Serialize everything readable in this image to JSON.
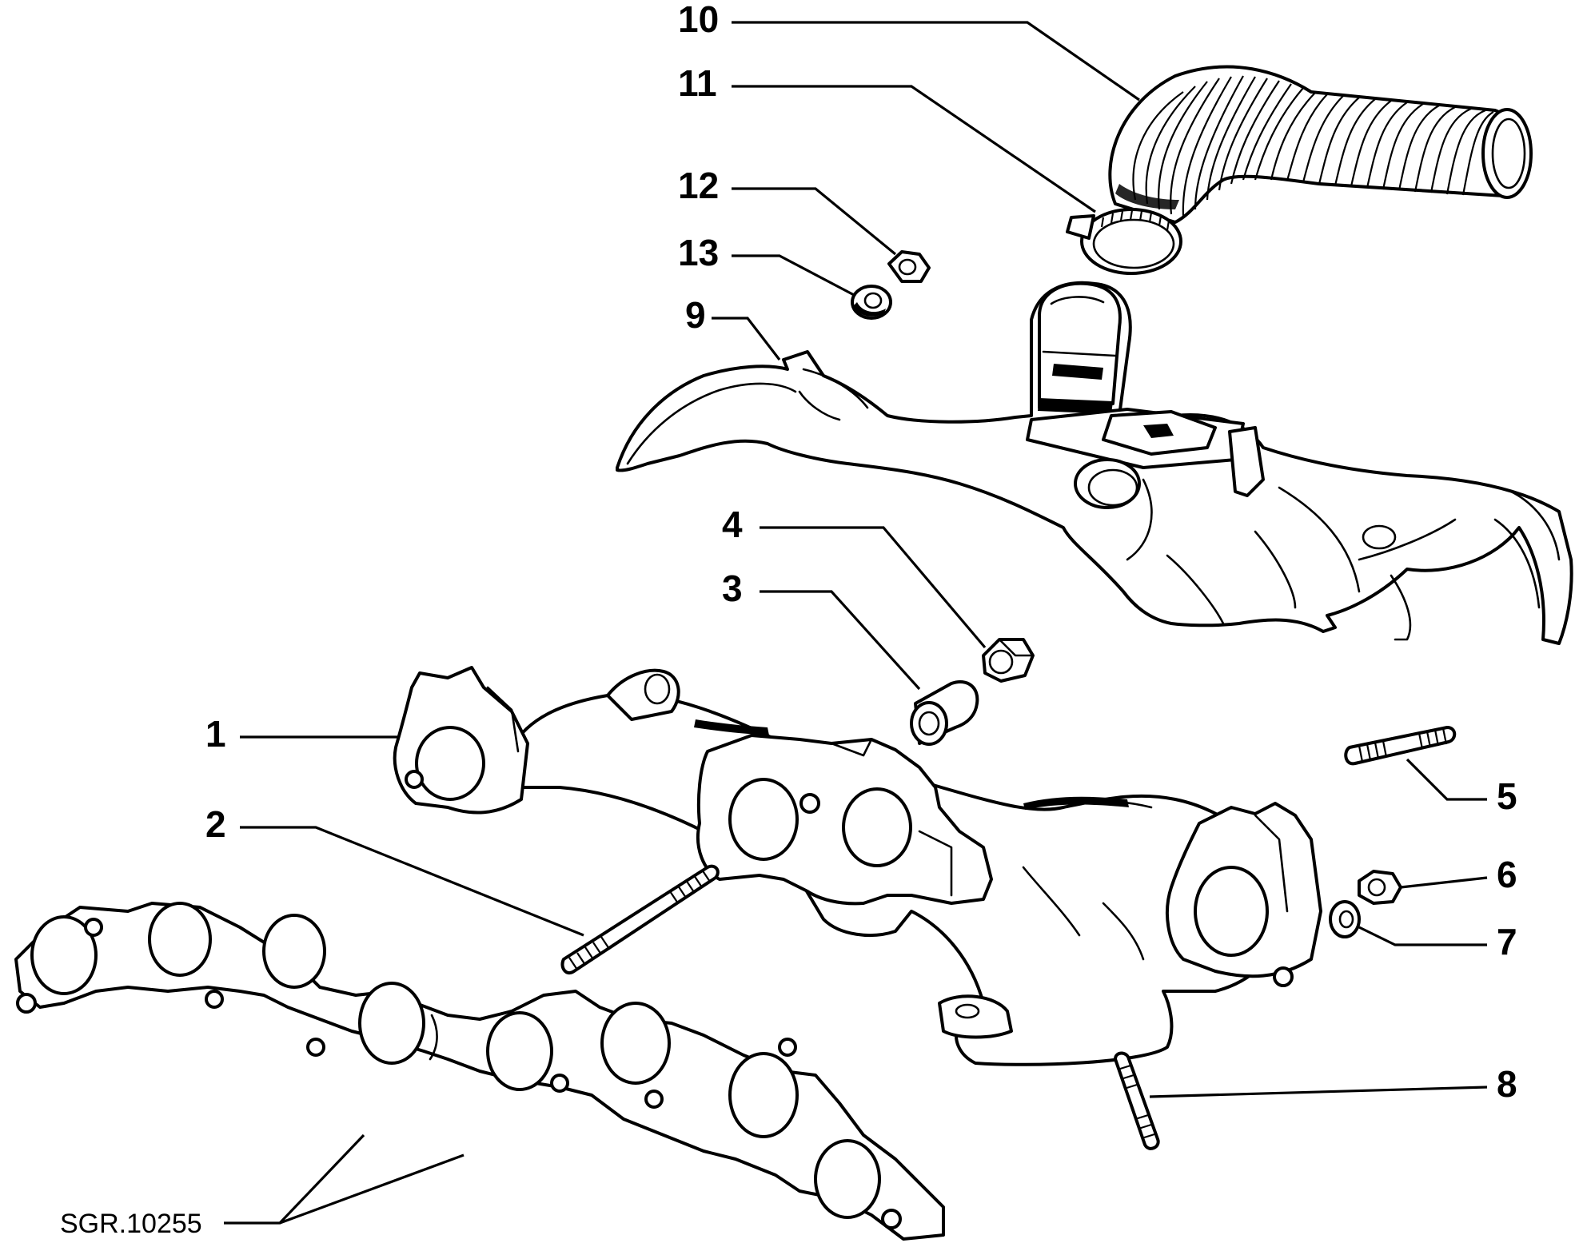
{
  "diagram": {
    "reference_code": "SGR.10255",
    "callouts": [
      {
        "id": "1",
        "label": "1"
      },
      {
        "id": "2",
        "label": "2"
      },
      {
        "id": "3",
        "label": "3"
      },
      {
        "id": "4",
        "label": "4"
      },
      {
        "id": "5",
        "label": "5"
      },
      {
        "id": "6",
        "label": "6"
      },
      {
        "id": "7",
        "label": "7"
      },
      {
        "id": "8",
        "label": "8"
      },
      {
        "id": "9",
        "label": "9"
      },
      {
        "id": "10",
        "label": "10"
      },
      {
        "id": "11",
        "label": "11"
      },
      {
        "id": "12",
        "label": "12"
      },
      {
        "id": "13",
        "label": "13"
      }
    ]
  }
}
